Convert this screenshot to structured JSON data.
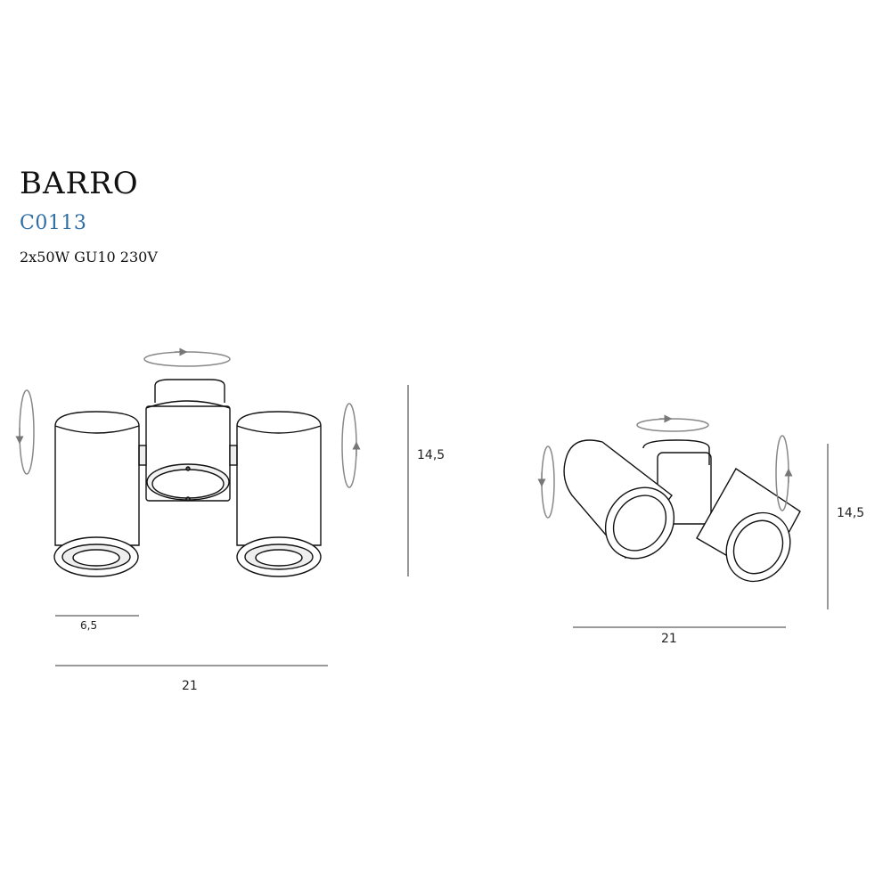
{
  "product": {
    "name": "BARRO",
    "code": "C0113",
    "specs": "2x50W  GU10  230V"
  },
  "dimensions": {
    "front_view": {
      "height": "14,5",
      "width": "21",
      "head_diameter": "6,5"
    },
    "side_view": {
      "height": "14,5",
      "width": "21"
    }
  }
}
